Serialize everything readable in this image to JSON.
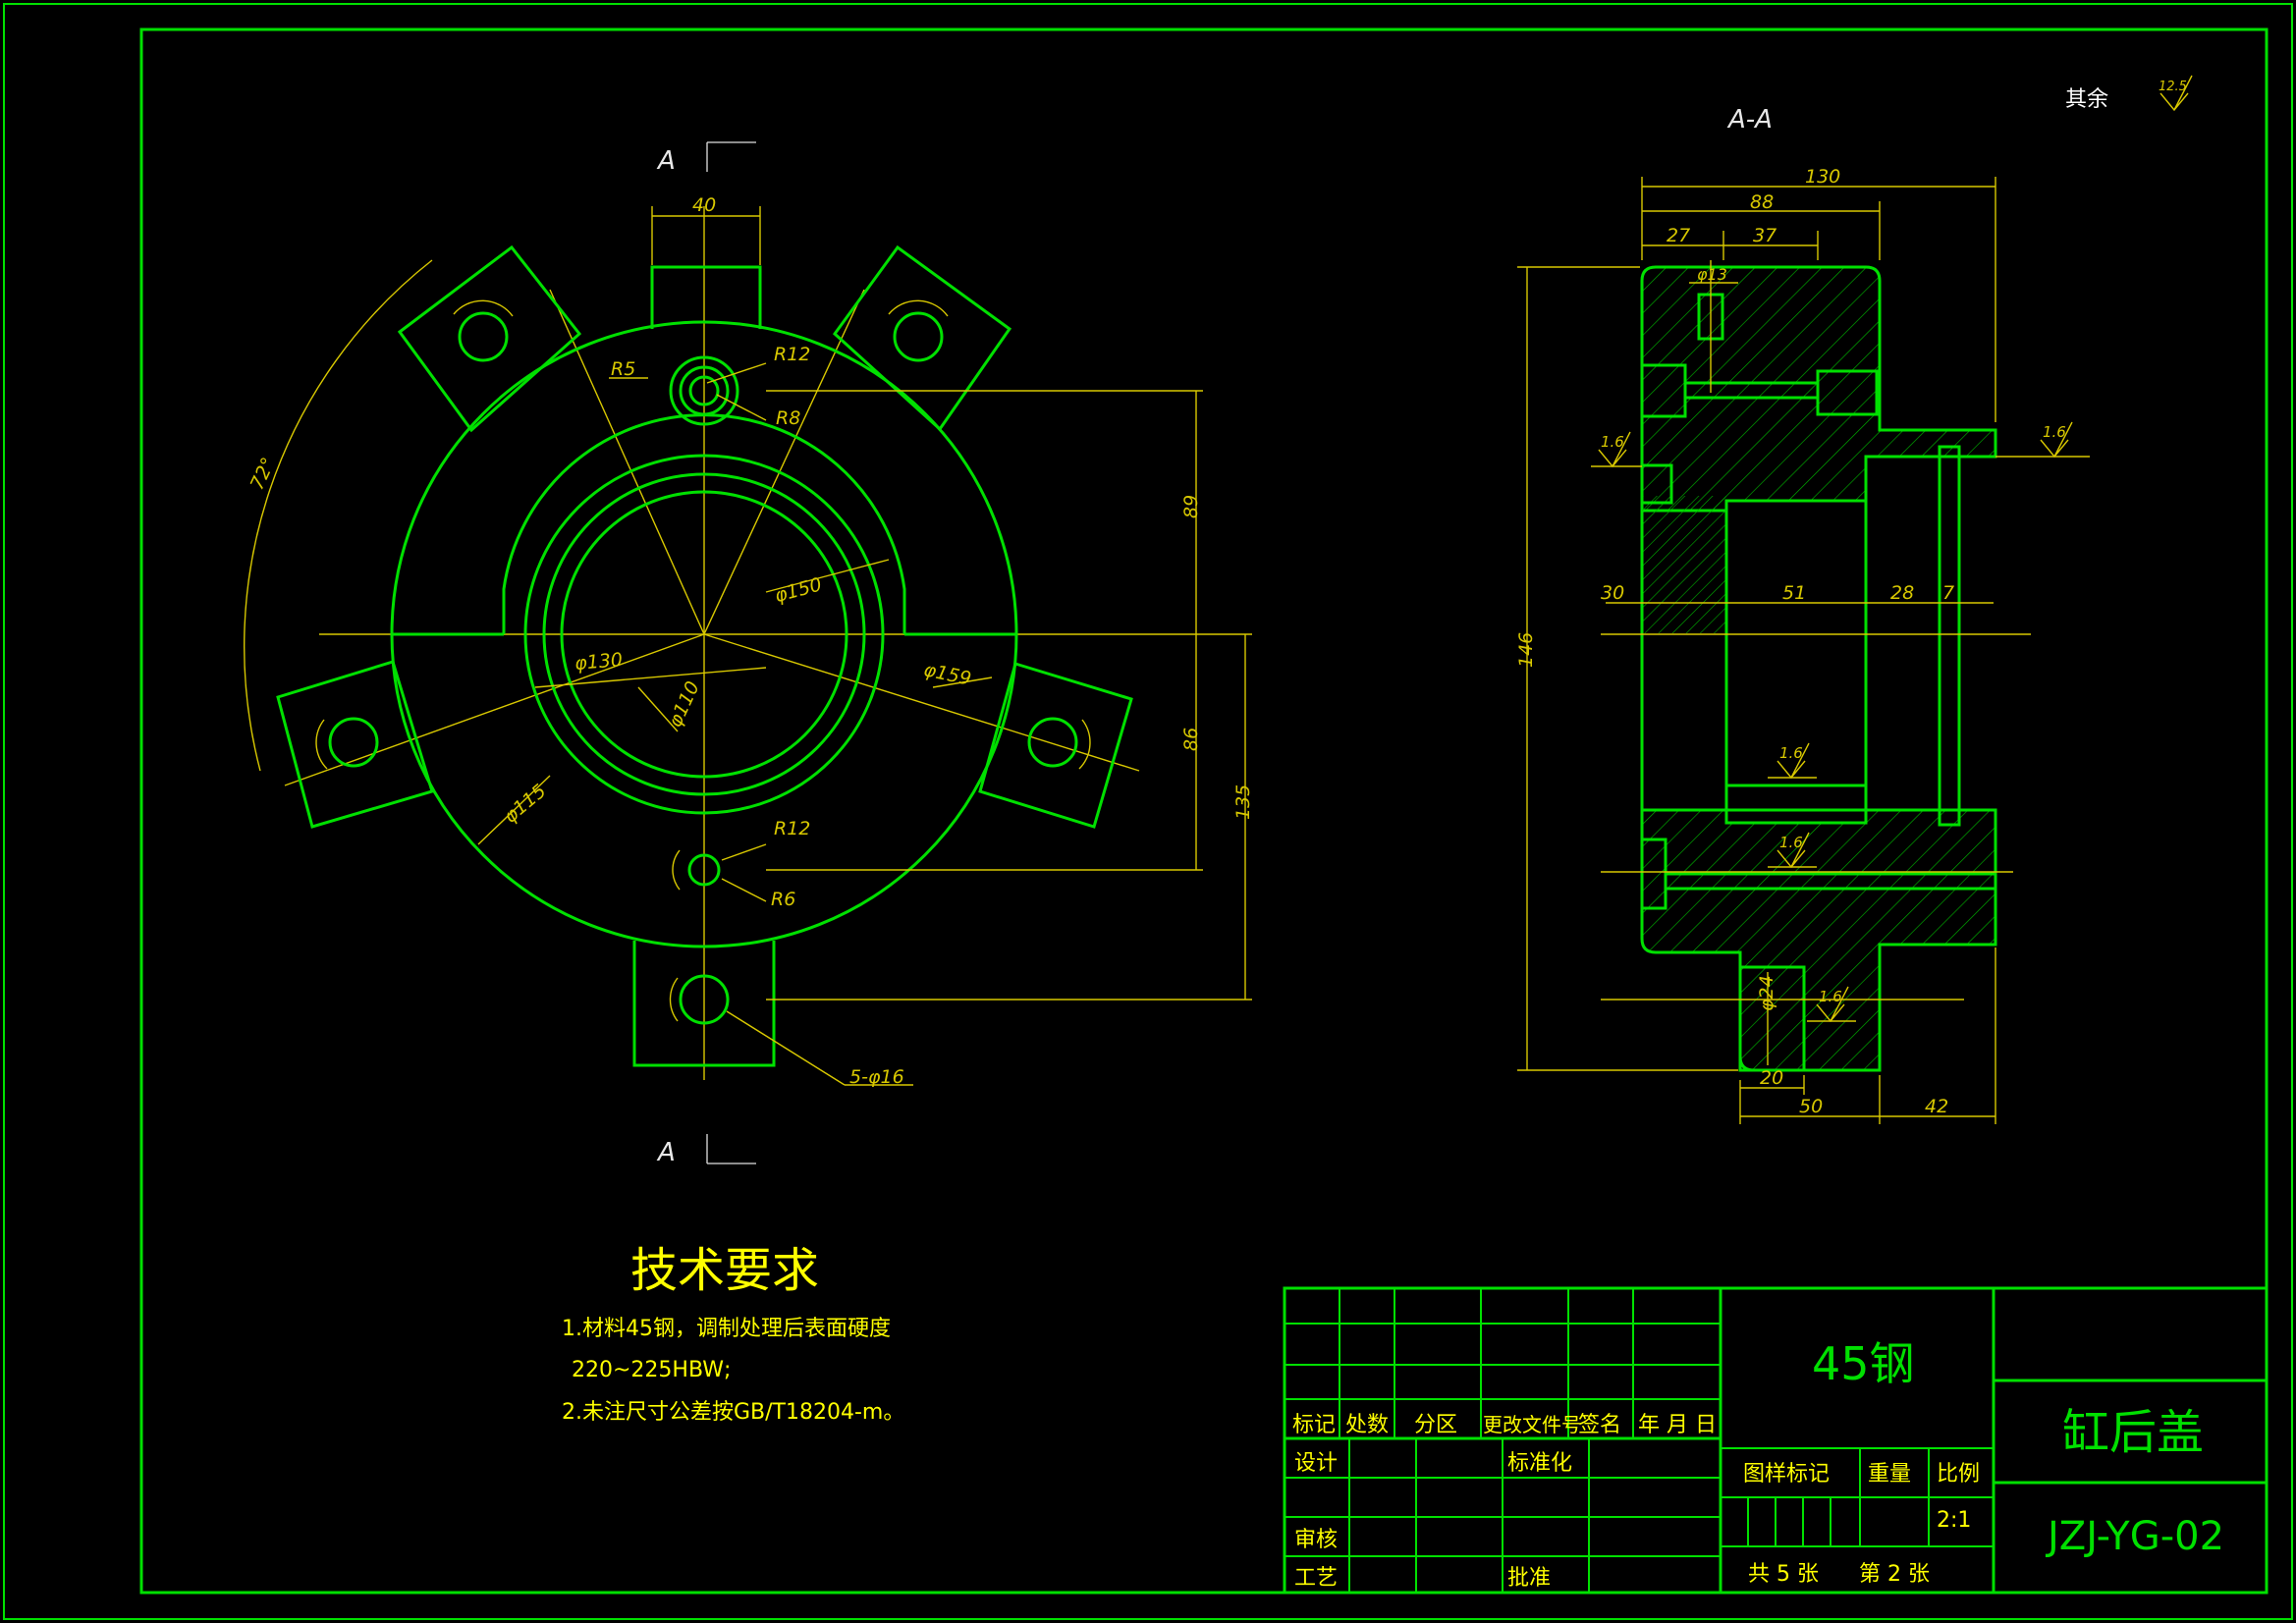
{
  "views": {
    "section_title": "A-A",
    "section_mark": "A",
    "surface_note_label": "其余",
    "surface_note_value": "12.5"
  },
  "front_dims": {
    "d40": "40",
    "r5": "R5",
    "r12_top": "R12",
    "r8": "R8",
    "ang72": "72°",
    "d150": "φ150",
    "d130": "φ130",
    "d110": "φ110",
    "d159": "φ159",
    "d115": "φ115",
    "r12_bot": "R12",
    "r6": "R6",
    "holes": "5-φ16",
    "v89": "89",
    "v86": "86",
    "v135": "135"
  },
  "section_dims": {
    "d130": "130",
    "d88": "88",
    "d27": "27",
    "d37": "37",
    "d13": "φ13",
    "d146": "146",
    "d30": "30",
    "d51": "51",
    "d28": "28",
    "d7": "7",
    "d24": "φ24",
    "d20": "20",
    "d50": "50",
    "d42": "42",
    "ra": [
      "1.6",
      "1.6",
      "1.6",
      "1.6",
      "1.6"
    ]
  },
  "requirements": {
    "title": "技术要求",
    "line1": "1.材料45钢，调制处理后表面硬度",
    "line2": "220~225HBW;",
    "line3": "2.未注尺寸公差按GB/T18204-m。"
  },
  "title_block": {
    "material": "45钢",
    "part_name": "缸后盖",
    "drawing_no": "JZJ-YG-02",
    "h_mark": "标记",
    "h_count": "处数",
    "h_zone": "分区",
    "h_doc": "更改文件号",
    "h_sign": "签名",
    "h_date": "年 月 日",
    "design": "设计",
    "standard": "标准化",
    "review": "审核",
    "process": "工艺",
    "approve": "批准",
    "stage_mark": "图样标记",
    "weight": "重量",
    "scale_label": "比例",
    "scale": "2:1",
    "total_sheets": "共 5 张",
    "sheet_no": "第 2 张"
  }
}
